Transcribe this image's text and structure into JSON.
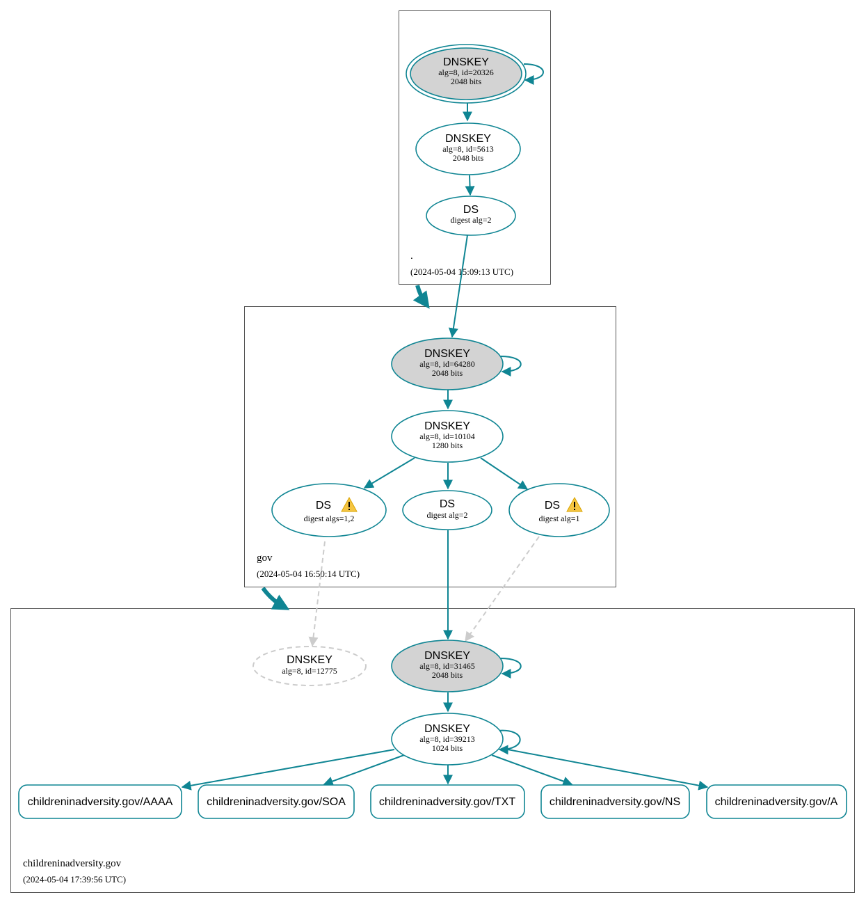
{
  "zones": {
    "root": {
      "name": ".",
      "timestamp": "(2024-05-04 15:09:13 UTC)"
    },
    "gov": {
      "name": "gov",
      "timestamp": "(2024-05-04 16:50:14 UTC)"
    },
    "domain": {
      "name": "childreninadversity.gov",
      "timestamp": "(2024-05-04 17:39:56 UTC)"
    }
  },
  "nodes": {
    "root_ksk": {
      "title": "DNSKEY",
      "line1": "alg=8, id=20326",
      "line2": "2048 bits"
    },
    "root_zsk": {
      "title": "DNSKEY",
      "line1": "alg=8, id=5613",
      "line2": "2048 bits"
    },
    "root_ds": {
      "title": "DS",
      "line1": "digest alg=2"
    },
    "gov_ksk": {
      "title": "DNSKEY",
      "line1": "alg=8, id=64280",
      "line2": "2048 bits"
    },
    "gov_zsk": {
      "title": "DNSKEY",
      "line1": "alg=8, id=10104",
      "line2": "1280 bits"
    },
    "gov_ds1": {
      "title": "DS",
      "line1": "digest algs=1,2",
      "warning": true
    },
    "gov_ds2": {
      "title": "DS",
      "line1": "digest alg=2"
    },
    "gov_ds3": {
      "title": "DS",
      "line1": "digest alg=1",
      "warning": true
    },
    "dom_missing": {
      "title": "DNSKEY",
      "line1": "alg=8, id=12775"
    },
    "dom_ksk": {
      "title": "DNSKEY",
      "line1": "alg=8, id=31465",
      "line2": "2048 bits"
    },
    "dom_zsk": {
      "title": "DNSKEY",
      "line1": "alg=8, id=39213",
      "line2": "1024 bits"
    }
  },
  "records": [
    "childreninadversity.gov/AAAA",
    "childreninadversity.gov/SOA",
    "childreninadversity.gov/TXT",
    "childreninadversity.gov/NS",
    "childreninadversity.gov/A"
  ],
  "colors": {
    "edge": "#0f8593",
    "secure_entry_fill": "#d3d3d3",
    "dashed": "#cccccc",
    "warning": "#f5c542"
  },
  "icons": {
    "warning": "warning-icon"
  }
}
